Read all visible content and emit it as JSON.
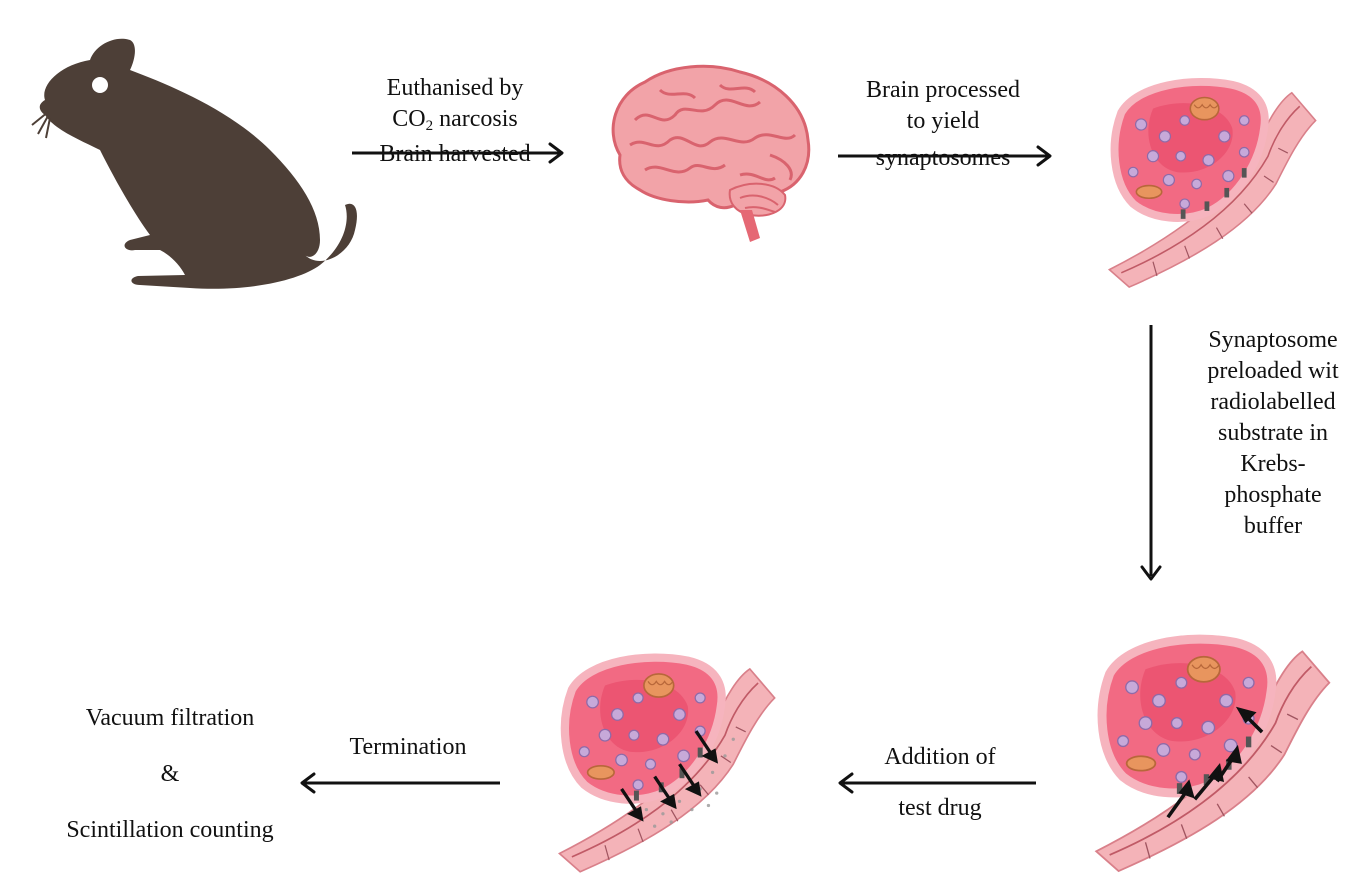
{
  "steps": {
    "euthanise": {
      "line1": "Euthanised by",
      "co_prefix": "CO",
      "co_sub": "2",
      "co_suffix": " narcosis",
      "line3": "Brain harvested"
    },
    "process": {
      "line1": "Brain processed",
      "line2": "to yield",
      "line3": "synaptosomes"
    },
    "preload": {
      "lines": [
        "Synaptosome",
        "preloaded wit",
        "radiolabelled",
        "substrate in",
        "Krebs-",
        "phosphate",
        "buffer"
      ]
    },
    "addition": {
      "line1": "Addition of",
      "line2": "test drug"
    },
    "termination": {
      "line1": "Termination"
    },
    "final": {
      "line1": "Vacuum filtration",
      "line2": "&",
      "line3": "Scintillation counting"
    }
  },
  "icons": [
    "rat-icon",
    "brain-icon",
    "synaptosome-icon",
    "synaptosome-uptake-icon",
    "synaptosome-release-icon"
  ],
  "colors": {
    "rat": "#4d3f37",
    "brain": "#f2a3a8",
    "brain_lines": "#d9636e",
    "synapse_fill": "#f0506e",
    "membrane": "#f4b3b8",
    "vesicle": "#c7a9d9"
  }
}
